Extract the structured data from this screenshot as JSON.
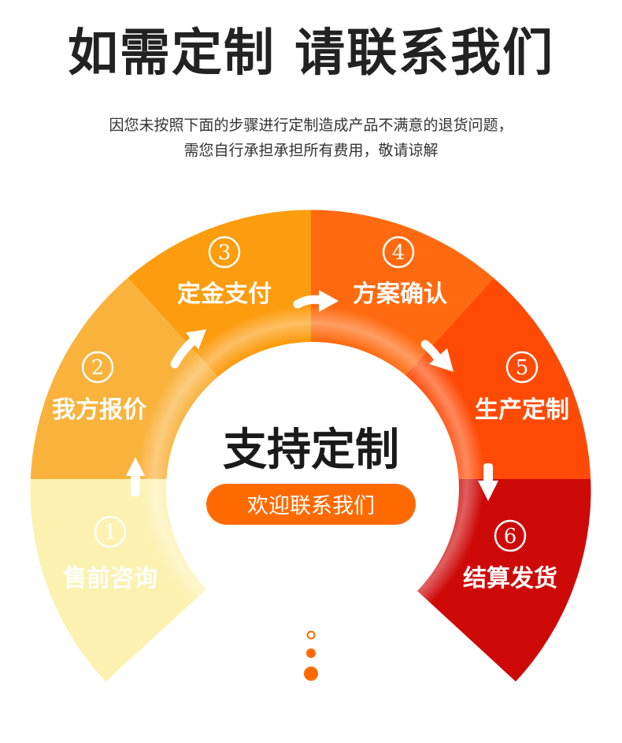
{
  "header": {
    "title": "如需定制 请联系我们",
    "notice_line1": "因您未按照下面的步骤进行定制造成产品不满意的退货问题，",
    "notice_line2": "需您自行承担承担所有费用，敬请谅解"
  },
  "steps": [
    {
      "number": "1",
      "label": "售前咨询",
      "color": "#FBF1B0"
    },
    {
      "number": "2",
      "label": "我方报价",
      "color": "#F9B23C"
    },
    {
      "number": "3",
      "label": "定金支付",
      "color": "#FC9C0F"
    },
    {
      "number": "4",
      "label": "方案确认",
      "color": "#FF6A10"
    },
    {
      "number": "5",
      "label": "生产定制",
      "color": "#FF4A06"
    },
    {
      "number": "6",
      "label": "结算发货",
      "color": "#CE0A09"
    }
  ],
  "center": {
    "title": "支持定制",
    "pill_text": "欢迎联系我们",
    "pill_color": "#FF6A00"
  },
  "colors": {
    "title": "#222222",
    "arrow": "#ffffff",
    "dots": "#FF6A00"
  }
}
